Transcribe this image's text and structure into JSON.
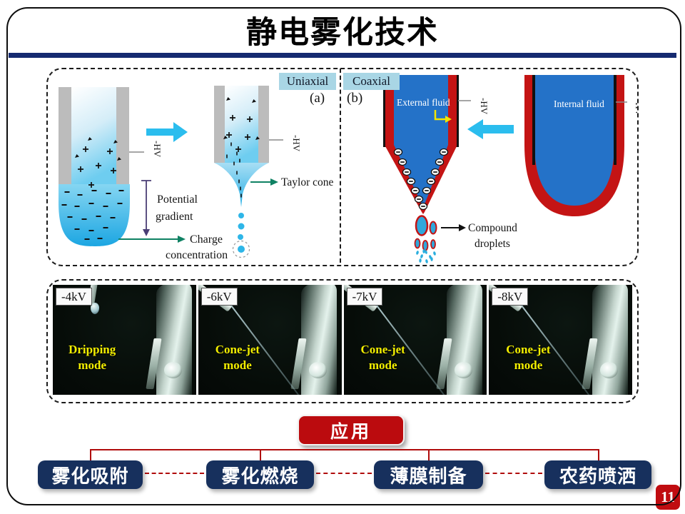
{
  "slide": {
    "title": "静电雾化技术",
    "page_number": "11"
  },
  "diagram": {
    "uniaxial": {
      "tag": "Uniaxial",
      "index": "(a)",
      "hv": "-HV",
      "potential_line1": "Potential",
      "potential_line2": "gradient",
      "charge_line1": "Charge",
      "charge_line2": "concentration",
      "taylor_cone": "Taylor cone"
    },
    "coaxial": {
      "tag": "Coaxial",
      "index": "(b)",
      "hv": "-HV",
      "external_fluid": "External fluid",
      "internal_fluid": "Internal fluid",
      "compound_line1": "Compound",
      "compound_line2": "droplets"
    }
  },
  "photos": [
    {
      "voltage": "-4kV",
      "mode": "Dripping mode"
    },
    {
      "voltage": "-6kV",
      "mode": "Cone-jet mode"
    },
    {
      "voltage": "-7kV",
      "mode": "Cone-jet mode"
    },
    {
      "voltage": "-8kV",
      "mode": "Cone-jet mode"
    }
  ],
  "application": {
    "label": "应用",
    "items": [
      "雾化吸附",
      "雾化燃烧",
      "薄膜制备",
      "农药喷洒"
    ]
  },
  "colors": {
    "accent_red": "#c00000",
    "node_navy": "#17305d",
    "rule_navy": "#152a70",
    "fluid_blue": "#2472c8",
    "wall_red": "#c41414",
    "arrow_cyan": "#2bbdee",
    "tag_blue": "#a9d6e5",
    "photo_label_yellow": "#f2ee00"
  }
}
